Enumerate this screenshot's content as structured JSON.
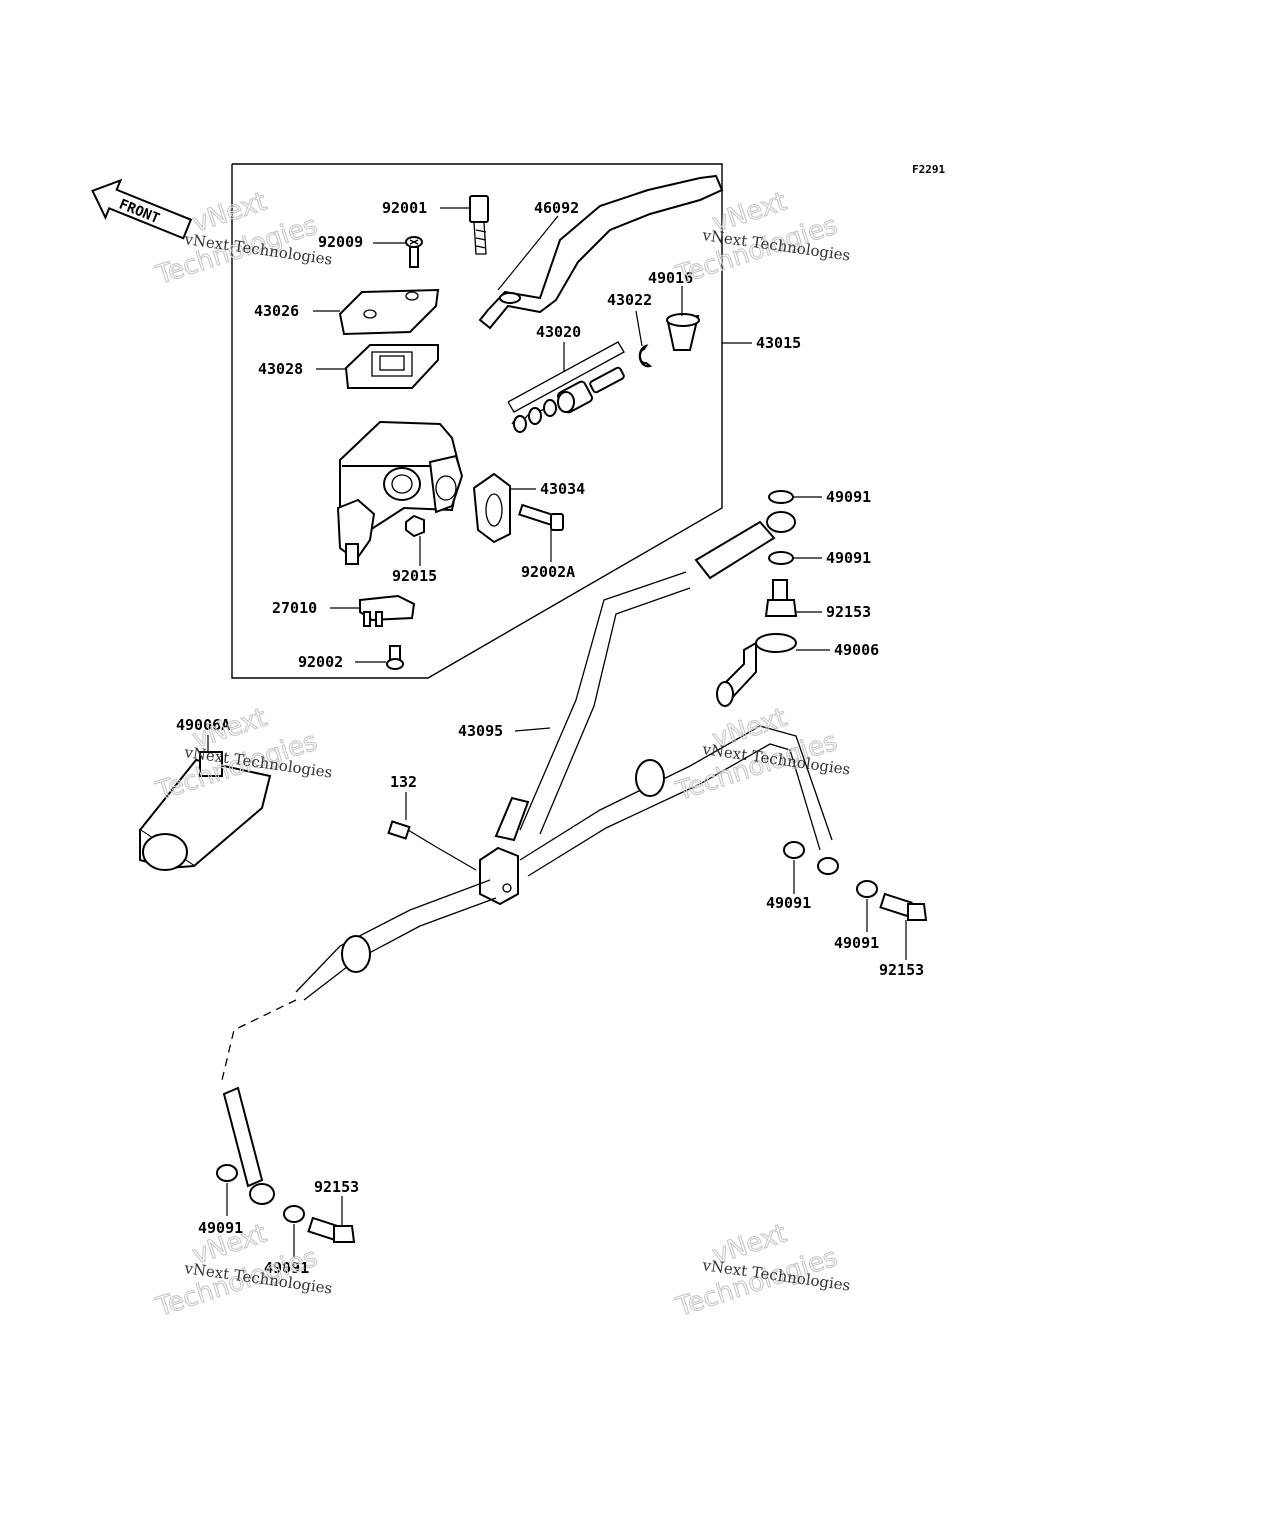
{
  "figure_code": "F2291",
  "front_label": "FRONT",
  "watermark": {
    "line1": "vNext Technologies",
    "line2": "vNext",
    "line3": "Technologies"
  },
  "callouts": [
    "92001",
    "46092",
    "92009",
    "49016",
    "43026",
    "43022",
    "43020",
    "43015",
    "43028",
    "43034",
    "49091",
    "92015",
    "92002A",
    "49091",
    "27010",
    "92153",
    "49006",
    "92002",
    "49006A",
    "43095",
    "132",
    "49091",
    "49091",
    "92153",
    "92153",
    "49091",
    "49091"
  ]
}
